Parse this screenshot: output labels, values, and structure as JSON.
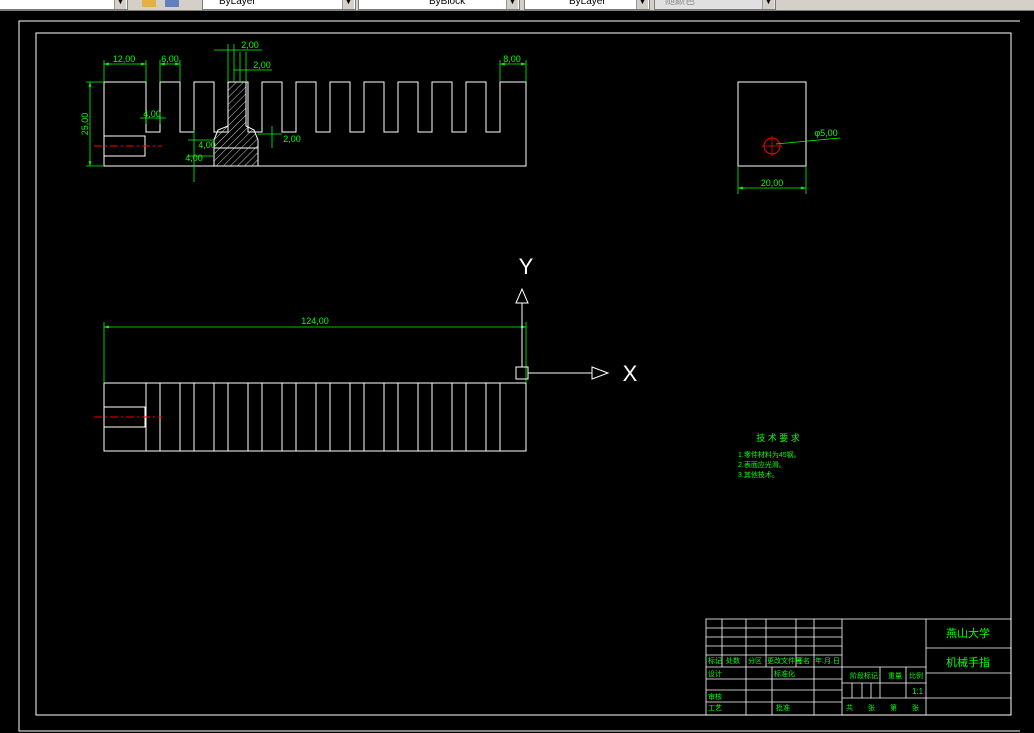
{
  "toolbar": {
    "layer_color": "ByLayer",
    "linetype": "ByBlock",
    "lineweight": "ByLayer",
    "plot_style": "随颜色"
  },
  "drawing": {
    "dims_front": {
      "d12": "12,00",
      "d6": "6,00",
      "d2a": "2,00",
      "d2b": "2,00",
      "d8": "8,00",
      "d25": "25,00",
      "d4a": "4,00",
      "d4b": "4,00",
      "d4c": "4,00",
      "d2c": "2,00"
    },
    "dims_side": {
      "dia": "φ5,00",
      "w20": "20,00"
    },
    "dim_length": "124,00",
    "ucs": {
      "x": "X",
      "y": "Y"
    },
    "tech_req": {
      "title": "技 术 要 求",
      "items": [
        "1.零件材料为45钢。",
        "2.表面应光滑。",
        "3.其他技术。"
      ]
    },
    "title_block": {
      "school": "燕山大学",
      "part_name": "机械手指",
      "scale": "1:1",
      "labels": {
        "biaoji": "标记",
        "chushu": "处数",
        "fenqu": "分区",
        "gengai": "更改文件号",
        "qianming": "签名",
        "date": "年.月.日",
        "sheji": "设计",
        "biaozhunhua": "标准化",
        "shenhe": "审核",
        "gongyi": "工艺",
        "pizhun": "批准",
        "jieduan": "阶段标记",
        "zhongliang": "重量",
        "bili": "比例",
        "gong": "共",
        "zhang1": "张",
        "di": "第",
        "zhang2": "张"
      }
    },
    "colors": {
      "outline": "#ffffff",
      "dimension": "#00ff00",
      "center": "#ff0000",
      "text": "#00ff00"
    }
  }
}
